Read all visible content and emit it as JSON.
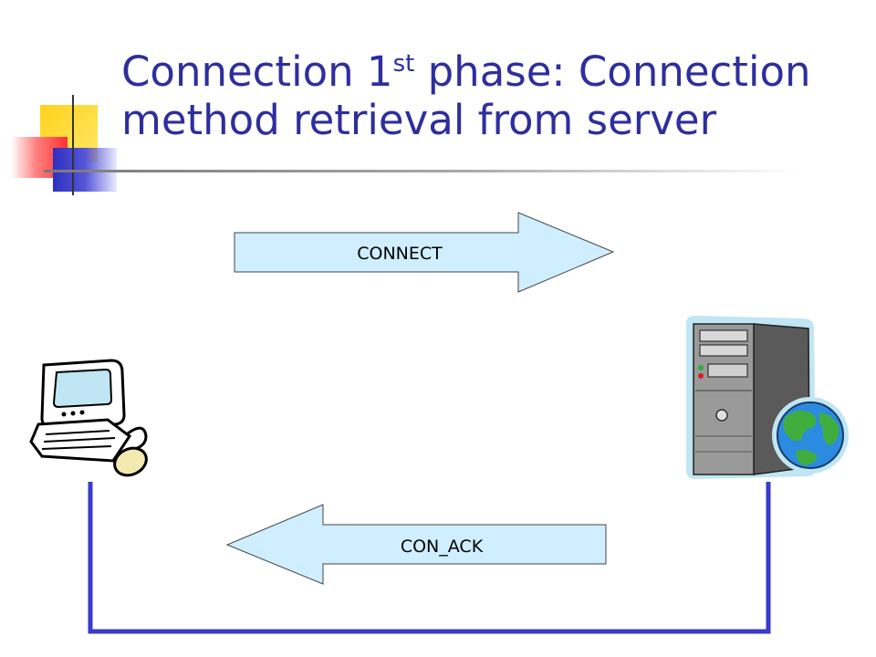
{
  "slide": {
    "title_prefix": "Connection 1",
    "title_superscript": "st",
    "title_suffix": " phase: Connection method retrieval from server"
  },
  "diagram": {
    "arrows": [
      {
        "id": "connect",
        "label": "CONNECT",
        "direction": "right"
      },
      {
        "id": "con-ack",
        "label": "CON_ACK",
        "direction": "left"
      }
    ],
    "nodes": [
      {
        "id": "client",
        "icon": "desktop-computer-icon"
      },
      {
        "id": "server",
        "icon": "server-tower-globe-icon"
      }
    ],
    "colors": {
      "title": "#2e2e9e",
      "arrow_fill": "#cfeeff",
      "connector_line": "#3a3acc",
      "deco_yellow": "#ffd21a",
      "deco_red": "#ff4040",
      "deco_blue": "#3535c4"
    }
  }
}
